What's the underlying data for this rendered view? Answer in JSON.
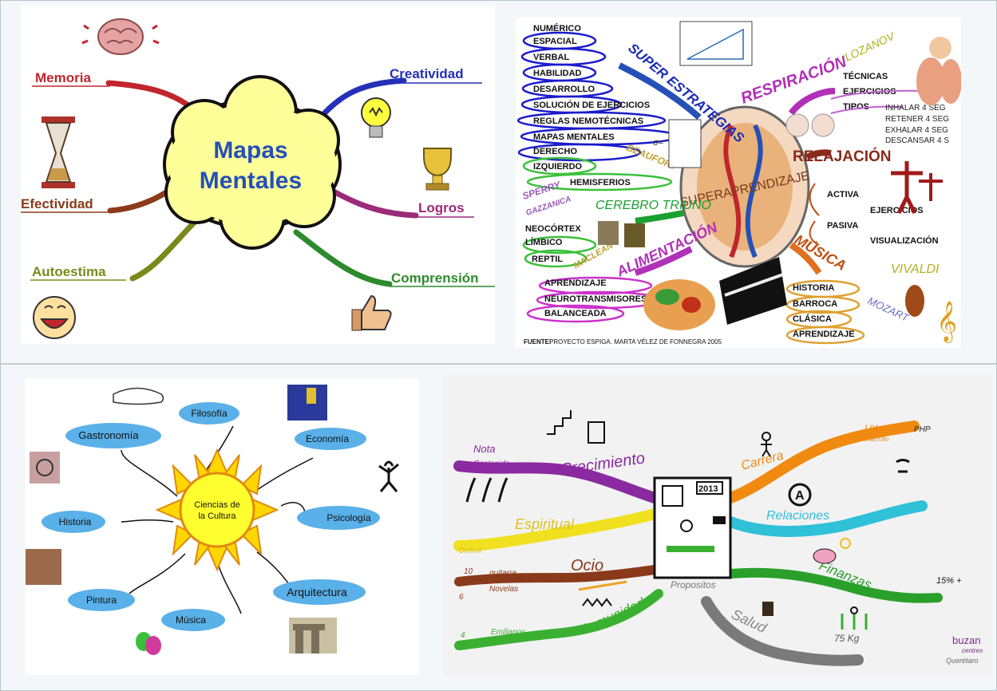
{
  "panel1": {
    "center_line1": "Mapas",
    "center_line2": "Mentales",
    "branches": {
      "memoria": "Memoria",
      "creatividad": "Creatividad",
      "efectividad": "Efectividad",
      "logros": "Logros",
      "autoestima": "Autoestima",
      "comprension": "Comprensión"
    }
  },
  "panel2": {
    "left_list": [
      "NUMÉRICO",
      "ESPACIAL",
      "VERBAL",
      "HABILIDAD",
      "DESARROLLO",
      "SOLUCIÓN DE EJERCICIOS",
      "REGLAS NEMOTÉCNICAS",
      "MAPAS MENTALES"
    ],
    "hemi_list": [
      "DERECHO",
      "IZQUIERDO",
      "HEMISFERIOS"
    ],
    "brain_list": [
      "NEOCÓRTEX",
      "LÍMBICO",
      "REPTIL"
    ],
    "food_list": [
      "APRENDIZAJE",
      "NEUROTRANSMISORES",
      "BALANCEADA"
    ],
    "resp_list": [
      "TÉCNICAS",
      "EJERCICIOS",
      "TIPOS"
    ],
    "resp_types": [
      "INHALAR 4 SEG",
      "RETENER 4 SEG",
      "EXHALAR 4 SEG",
      "DESCANSAR 4 S"
    ],
    "relax_list": [
      "ACTIVA",
      "EJERCICIOS",
      "PASIVA",
      "VISUALIZACIÓN"
    ],
    "music_list": [
      "HISTORIA",
      "BARROCA",
      "CLÁSICA",
      "APRENDIZAJE"
    ],
    "titles": {
      "super": "SUPER ESTRATEGIAS",
      "resp": "RESPIRACIÓN",
      "lozanov": "LOZANOV",
      "relax": "RELAJACIÓN",
      "center": "SUPERAPRENDIZAJE",
      "beaufort": "BEAUFORT",
      "sperry": "SPERRY",
      "gazzanica": "GAZZANICA",
      "cerebro": "CEREBRO TRIUNO",
      "maclean": "MACLEAN",
      "alimentacion": "ALIMENTACIÓN",
      "musica": "MÚSICA",
      "vivaldi": "VIVALDI",
      "mozart": "MOZART"
    },
    "source_label": "FUENTE:",
    "source_text": "PROYECTO ESPIGA. MARTA VÉLEZ DE FONNEGRA 2005"
  },
  "panel3": {
    "center_line1": "Ciencias de",
    "center_line2": "la Cultura",
    "nodes": {
      "filosofia": "Filosofía",
      "gastronomia": "Gastronomía",
      "economia": "Economía",
      "psicologia": "Psicología",
      "historia": "Historia",
      "pintura": "Pintura",
      "musica": "Música",
      "arquitectura": "Arquitectura"
    }
  },
  "panel4": {
    "branches": {
      "crecimiento": "Crecimiento",
      "espiritual": "Espiritual",
      "ocio": "Ocio",
      "comunidad": "Comunidad",
      "carrera": "Carrera",
      "relaciones": "Relaciones",
      "finanzas": "Finanzas",
      "salud": "Salud"
    },
    "small": {
      "nota": "Nota",
      "contenido": "Contenido",
      "definir": "Definir",
      "guitarra": "guitarra",
      "novelas": "Novelas",
      "emilianos": "Emilianos",
      "ux": "UX",
      "desarrollo": "Desarrollo",
      "php": "PHP",
      "pct": "15% +",
      "kg": "75 Kg",
      "year": "2013",
      "propositos": "Propositos",
      "n10": "10",
      "n6": "6",
      "n4": "4"
    },
    "brand": "buzan",
    "brand_sub": "centres",
    "brand_city": "Querétaro"
  }
}
